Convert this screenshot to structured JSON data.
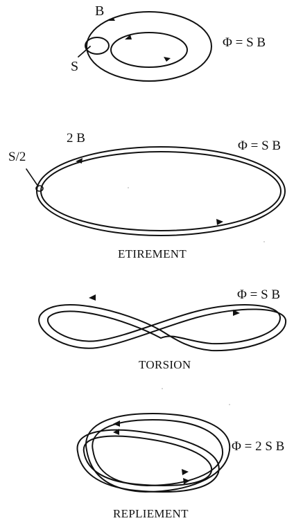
{
  "colors": {
    "line": "#111111",
    "background": "#ffffff"
  },
  "panel1": {
    "field_label": "B",
    "surface_label": "S",
    "flux_formula": "Φ = S B"
  },
  "panel2": {
    "field_label": "2 B",
    "surface_label": "S/2",
    "flux_formula": "Φ = S B",
    "caption": "ETIREMENT"
  },
  "panel3": {
    "flux_formula": "Φ = S B",
    "caption": "TORSION"
  },
  "panel4": {
    "flux_formula": "Φ = 2 S B",
    "caption": "REPLIEMENT"
  }
}
